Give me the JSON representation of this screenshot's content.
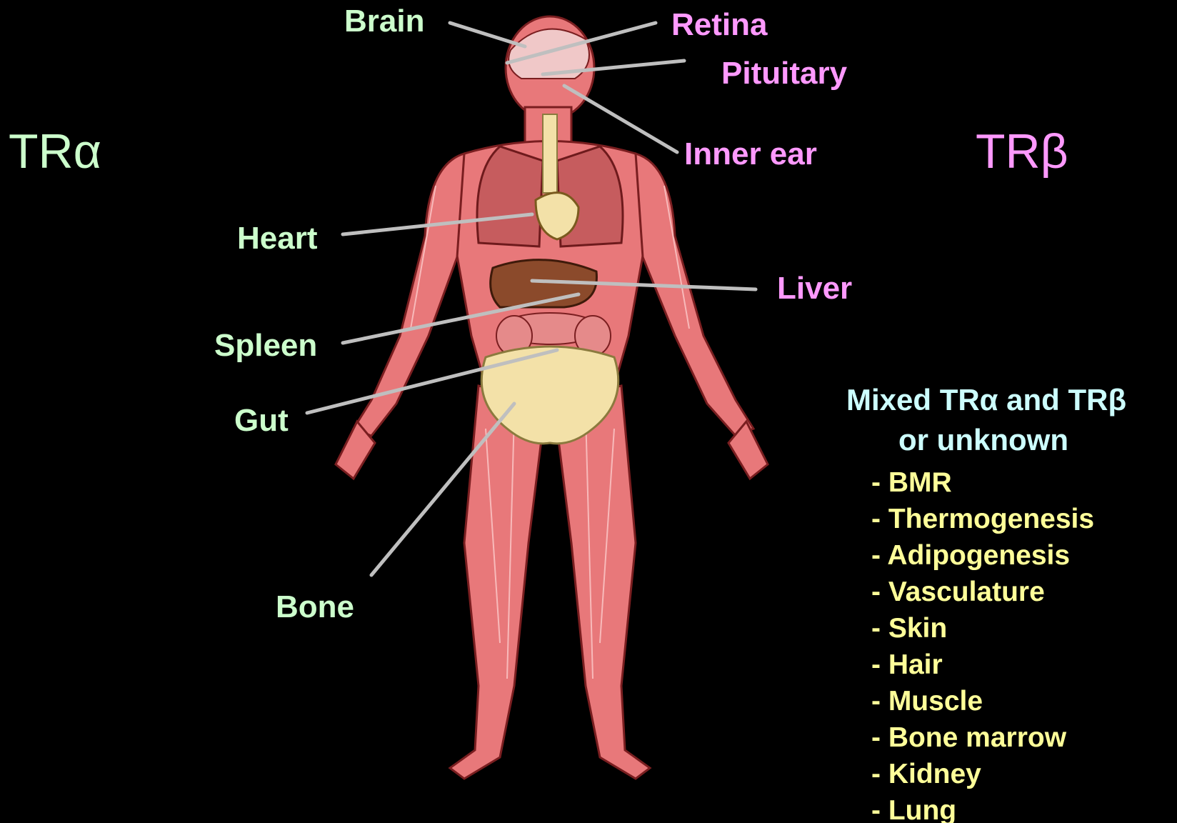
{
  "headings": {
    "tr_alpha": "TRα",
    "tr_beta": "TRβ"
  },
  "tr_alpha_targets": [
    "Brain",
    "Heart",
    "Spleen",
    "Gut",
    "Bone"
  ],
  "tr_beta_targets": [
    "Retina",
    "Pituitary",
    "Inner ear",
    "Liver"
  ],
  "mixed": {
    "title_line1": "Mixed TRα and TRβ",
    "title_line2": "or unknown",
    "items": [
      "- BMR",
      "- Thermogenesis",
      "- Adipogenesis",
      "- Vasculature",
      "- Skin",
      "- Hair",
      "- Muscle",
      "- Bone marrow",
      "- Kidney",
      "- Lung"
    ]
  },
  "colors": {
    "background": "#000000",
    "tr_alpha": "#CCFFCC",
    "tr_beta": "#FF99FF",
    "mixed_title": "#CCFFFF",
    "mixed_items": "#FFFF99",
    "pointer_lines": "#BFBFBF",
    "muscle": "#E8787A",
    "bone": "#F3E1A8",
    "liver": "#8B4A2B"
  }
}
